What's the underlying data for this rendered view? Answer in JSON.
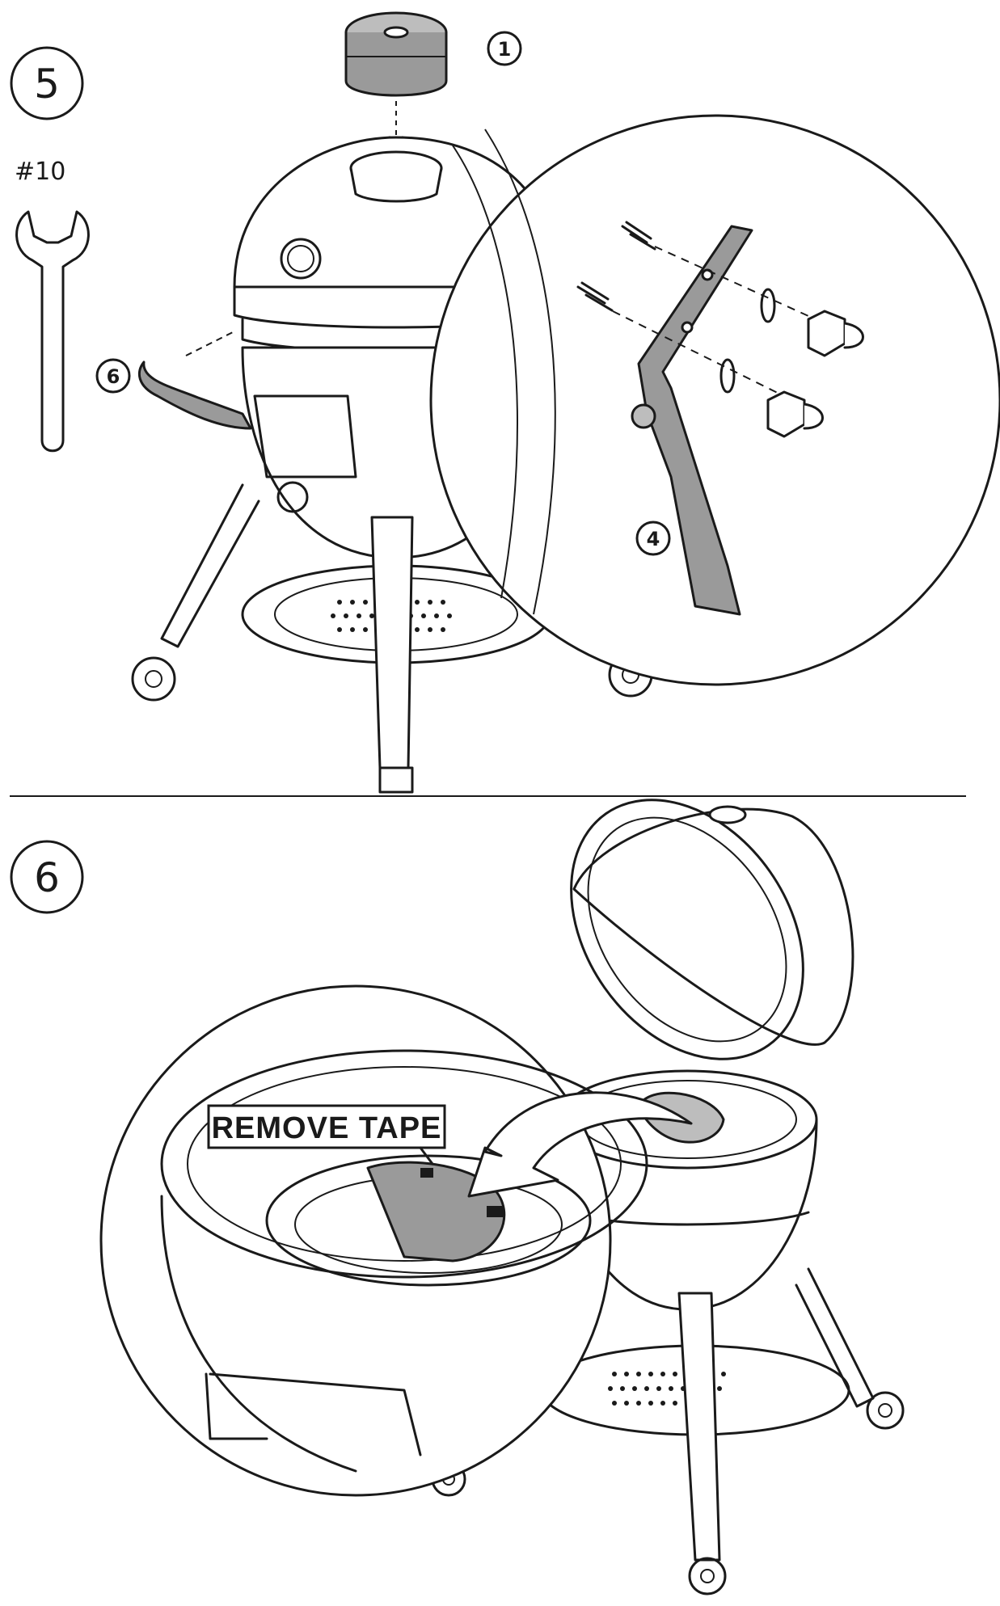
{
  "steps": [
    {
      "number": "5",
      "tool_label": "#10",
      "callouts": [
        "1",
        "6",
        "4"
      ]
    },
    {
      "number": "6",
      "note": "REMOVE TAPE"
    }
  ],
  "icons": [
    "wrench-icon",
    "grill-icon",
    "handle-icon",
    "bolt-icon",
    "nut-icon",
    "washer-icon",
    "arrow-icon"
  ],
  "colors": {
    "line": "#1a1a1a",
    "part_fill": "#9a9a9a",
    "background": "#ffffff"
  }
}
